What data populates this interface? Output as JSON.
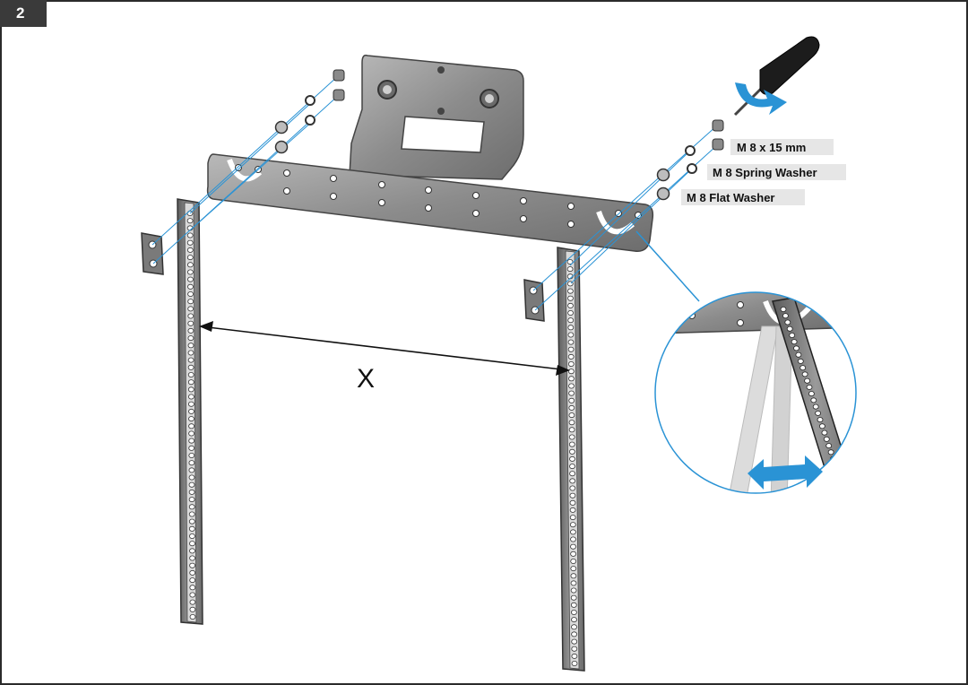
{
  "step": {
    "number": "2"
  },
  "hardware_labels": {
    "screw": "M 8 x 15 mm",
    "spring_washer": "M 8 Spring Washer",
    "flat_washer": "M 8 Flat Washer"
  },
  "dimension": {
    "label": "X"
  },
  "colors": {
    "metal": "#8e8e8e",
    "metal_dark": "#5a5a5a",
    "accent_blue": "#2a93d5",
    "label_bg": "#e6e6e6"
  }
}
